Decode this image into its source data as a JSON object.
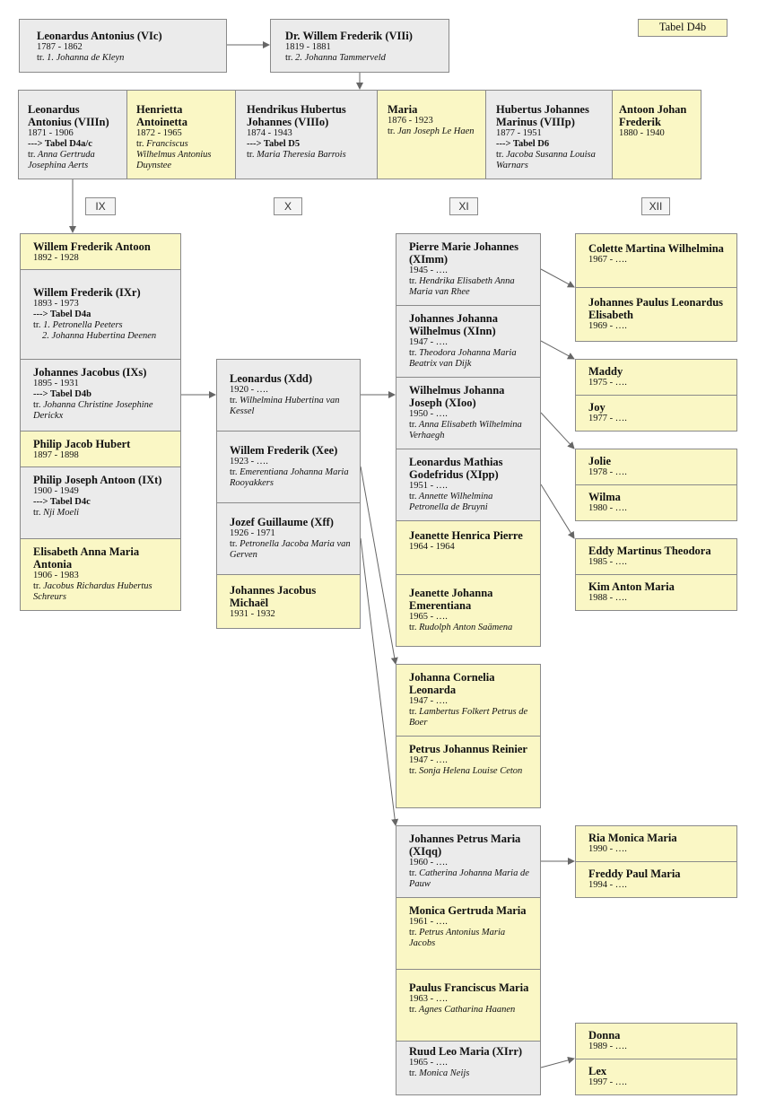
{
  "tabel_label": "Tabel D4b",
  "generations": [
    "IX",
    "X",
    "XI",
    "XII"
  ],
  "top": [
    {
      "name": "Leonardus Antonius (VIc)",
      "years": "1787 - 1862",
      "spouse": "1. Johanna de Kleyn"
    },
    {
      "name": "Dr. Willem Frederik (VIIi)",
      "years": "1819 - 1881",
      "spouse": "2. Johanna Tammerveld"
    }
  ],
  "gen8": [
    {
      "name": "Leonardus Antonius (VIIIn)",
      "years": "1871 - 1906",
      "ref": "---> Tabel D4a/c",
      "spouse": "Anna Gertruda Josephina Aerts"
    },
    {
      "name": "Henrietta Antoinetta",
      "years": "1872 - 1965",
      "spouse": "Franciscus Wilhelmus Antonius Duynstee"
    },
    {
      "name": "Hendrikus Hubertus Johannes (VIIIo)",
      "years": "1874 - 1943",
      "ref": "---> Tabel D5",
      "spouse": "Maria Theresia Barrois"
    },
    {
      "name": "Maria",
      "years": "1876 - 1923",
      "spouse": "Jan Joseph Le Haen"
    },
    {
      "name": "Hubertus Johannes Marinus (VIIIp)",
      "years": "1877 - 1951",
      "ref": "---> Tabel D6",
      "spouse": "Jacoba Susanna Louisa Warnars"
    },
    {
      "name": "Antoon Johan Frederik",
      "years": "1880 - 1940"
    }
  ],
  "gen9": [
    {
      "name": "Willem Frederik Antoon",
      "years": "1892 - 1928"
    },
    {
      "name": "Willem Frederik (IXr)",
      "years": "1893 - 1973",
      "ref": "---> Tabel D4a",
      "spouse": "1. Petronella Peeters",
      "spouse2": "2. Johanna Hubertina Deenen"
    },
    {
      "name": "Johannes Jacobus (IXs)",
      "years": "1895 - 1931",
      "ref": "---> Tabel D4b",
      "spouse": "Johanna Christine Josephine Derickx"
    },
    {
      "name": "Philip Jacob Hubert",
      "years": "1897 - 1898"
    },
    {
      "name": "Philip Joseph Antoon (IXt)",
      "years": "1900 - 1949",
      "ref": "---> Tabel D4c",
      "spouse": "Nji Moeli"
    },
    {
      "name": "Elisabeth Anna Maria Antonia",
      "years": "1906 - 1983",
      "spouse": "Jacobus Richardus Hubertus Schreurs"
    }
  ],
  "gen10": [
    {
      "name": "Leonardus (Xdd)",
      "years": "1920 - ….",
      "spouse": "Wilhelmina Hubertina van Kessel"
    },
    {
      "name": "Willem Frederik (Xee)",
      "years": "1923 - ….",
      "spouse": "Emerentiana Johanna Maria Rooyakkers"
    },
    {
      "name": "Jozef Guillaume (Xff)",
      "years": "1926 - 1971",
      "spouse": "Petronella Jacoba Maria van Gerven"
    },
    {
      "name": "Johannes Jacobus Michaël",
      "years": "1931 - 1932"
    }
  ],
  "gen11": [
    {
      "name": "Pierre Marie Johannes (XImm)",
      "years": "1945 - ….",
      "spouse": "Hendrika Elisabeth Anna Maria van Rhee"
    },
    {
      "name": "Johannes Johanna Wilhelmus (XInn)",
      "years": "1947 - ….",
      "spouse": "Theodora Johanna Maria Beatrix van Dijk"
    },
    {
      "name": "Wilhelmus Johanna Joseph (XIoo)",
      "years": "1950 - ….",
      "spouse": "Anna Elisabeth Wilhelmina Verhaegh"
    },
    {
      "name": "Leonardus Mathias Godefridus (XIpp)",
      "years": "1951 - ….",
      "spouse": "Annette Wilhelmina Petronella de Bruyni"
    },
    {
      "name": "Jeanette Henrica Pierre",
      "years": "1964 - 1964"
    },
    {
      "name": "Jeanette Johanna Emerentiana",
      "years": "1965 - ….",
      "spouse": "Rudolph Anton Saämena"
    },
    {
      "name": "Johanna Cornelia Leonarda",
      "years": "1947 - ….",
      "spouse": "Lambertus Folkert Petrus de Boer"
    },
    {
      "name": "Petrus Johannus Reinier",
      "years": "1947 - ….",
      "spouse": "Sonja Helena Louise Ceton"
    },
    {
      "name": "Johannes Petrus Maria (XIqq)",
      "years": "1960 - ….",
      "spouse": "Catherina Johanna Maria de Pauw"
    },
    {
      "name": "Monica Gertruda Maria",
      "years": "1961 - ….",
      "spouse": "Petrus Antonius Maria Jacobs"
    },
    {
      "name": "Paulus Franciscus Maria",
      "years": "1963 - ….",
      "spouse": "Agnes Catharina Haanen"
    },
    {
      "name": "Ruud Leo Maria (XIrr)",
      "years": "1965 - ….",
      "spouse": "Monica Neijs"
    }
  ],
  "gen12": [
    {
      "name": "Colette Martina Wilhelmina",
      "years": "1967 - …."
    },
    {
      "name": "Johannes Paulus Leonardus Elisabeth",
      "years": "1969 - …."
    },
    {
      "name": "Maddy",
      "years": "1975 - …."
    },
    {
      "name": "Joy",
      "years": "1977 - …."
    },
    {
      "name": "Jolie",
      "years": "1978 - …."
    },
    {
      "name": "Wilma",
      "years": "1980 - …."
    },
    {
      "name": "Eddy Martinus Theodora",
      "years": "1985 - …."
    },
    {
      "name": "Kim Anton Maria",
      "years": "1988 - …."
    },
    {
      "name": "Ria Monica Maria",
      "years": "1990 - …."
    },
    {
      "name": "Freddy Paul Maria",
      "years": "1994 - …."
    },
    {
      "name": "Donna",
      "years": "1989 - …."
    },
    {
      "name": "Lex",
      "years": "1997 - …."
    }
  ],
  "spouse_prefix": "tr.",
  "colors": {
    "gray": "#ebebeb",
    "yellow": "#faf7c5",
    "border": "#8a8a8a",
    "line": "#666666"
  }
}
